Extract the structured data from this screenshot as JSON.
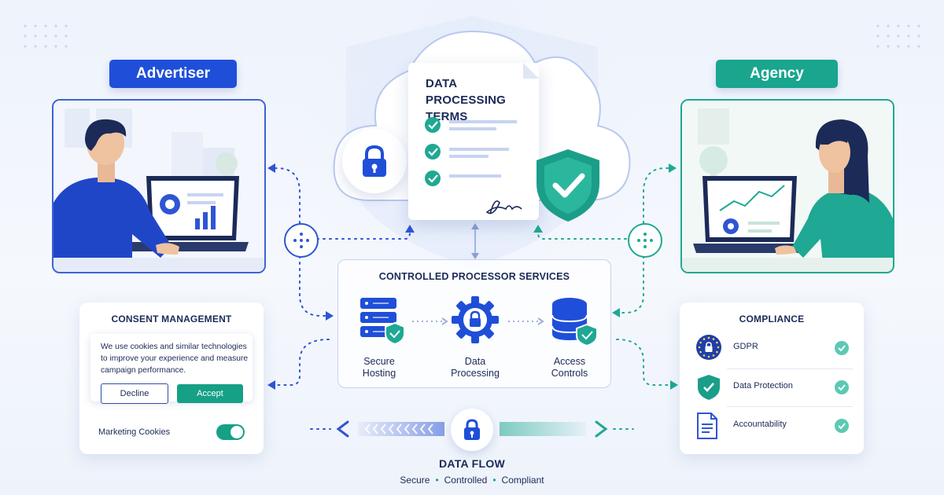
{
  "roles": {
    "advertiser": "Advertiser",
    "agency": "Agency"
  },
  "document": {
    "title": "DATA PROCESSING TERMS"
  },
  "services": {
    "title": "CONTROLLED PROCESSOR SERVICES",
    "items": [
      {
        "label": "Secure Hosting",
        "icon": "server-icon"
      },
      {
        "label": "Data Processing",
        "icon": "gear-lock-icon"
      },
      {
        "label": "Access Controls",
        "icon": "database-shield-icon"
      }
    ]
  },
  "consent": {
    "title": "CONSENT MANAGEMENT",
    "message": "We use cookies and similar technologies to improve your experience and measure campaign performance.",
    "decline_label": "Decline",
    "accept_label": "Accept",
    "toggle_label": "Marketing Cookies",
    "toggle_on": true
  },
  "compliance": {
    "title": "COMPLIANCE",
    "items": [
      {
        "label": "GDPR",
        "icon": "eu-stars-lock-icon",
        "checked": true
      },
      {
        "label": "Data Protection",
        "icon": "shield-check-icon",
        "checked": true
      },
      {
        "label": "Accountability",
        "icon": "document-icon",
        "checked": true
      }
    ]
  },
  "data_flow": {
    "title": "DATA FLOW",
    "tags": [
      "Secure",
      "Controlled",
      "Compliant"
    ]
  },
  "colors": {
    "advertiser_blue": "#1f4fd8",
    "agency_teal": "#19a58e",
    "navy_text": "#1b2a57",
    "accept_green": "#16a085"
  }
}
